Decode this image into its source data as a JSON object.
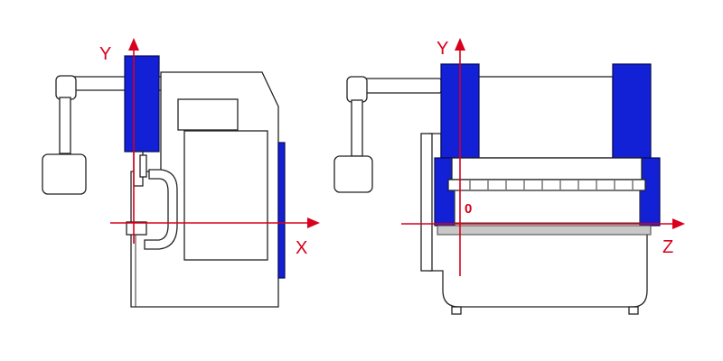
{
  "side_view": {
    "y_axis_label": "Y",
    "x_axis_label": "X"
  },
  "front_view": {
    "y_axis_label": "Y",
    "z_axis_label": "Z",
    "origin_label": "0"
  },
  "colors": {
    "axis": "#d8001c",
    "ram": "#1220d6",
    "outline": "#222222",
    "bed": "#c8c8c8"
  }
}
